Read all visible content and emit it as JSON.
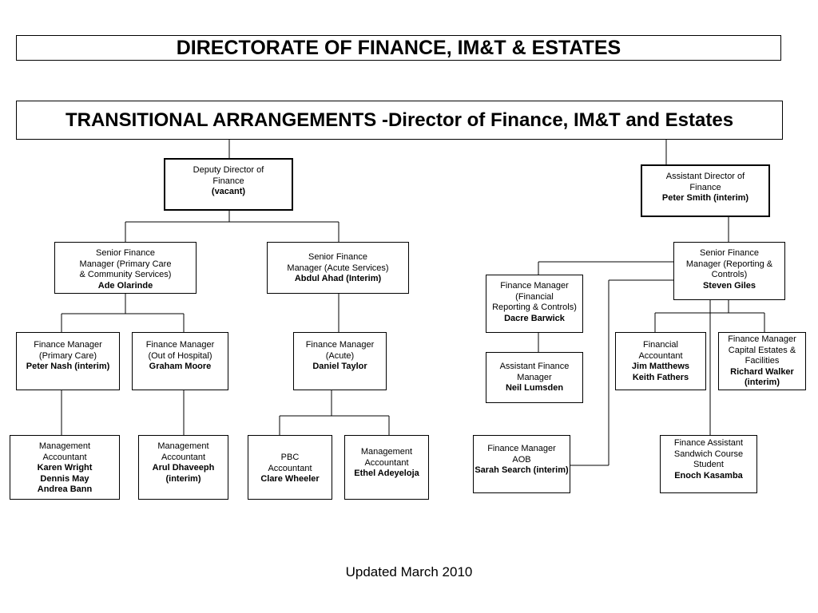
{
  "header": {
    "title": "DIRECTORATE OF FINANCE, IM&T & ESTATES",
    "subtitle_bold": "TRANSITIONAL ARRANGEMENTS - ",
    "subtitle_rest": "Director of Finance, IM&T and Estates"
  },
  "nodes": {
    "deputy_director": {
      "title": "Deputy Director of\nFinance",
      "name": "(vacant)"
    },
    "assistant_director": {
      "title": "Assistant Director of\nFinance",
      "name": "Peter Smith (interim)"
    },
    "sfm_primary_care": {
      "title": "Senior Finance\nManager (Primary Care\n& Community Services)",
      "name": "Ade Olarinde"
    },
    "sfm_acute": {
      "title": "Senior Finance\nManager (Acute Services)",
      "name": "Abdul Ahad (Interim)"
    },
    "sfm_reporting": {
      "title": "Senior Finance\nManager (Reporting &\nControls)",
      "name": "Steven Giles"
    },
    "fm_financial_reporting": {
      "title": "Finance Manager\n(Financial\nReporting & Controls)",
      "name": "Dacre Barwick"
    },
    "fm_primary_care": {
      "title": "Finance Manager\n(Primary Care)",
      "name": "Peter Nash (interim)"
    },
    "fm_out_of_hospital": {
      "title": "Finance Manager\n(Out of Hospital)",
      "name": "Graham Moore"
    },
    "fm_acute": {
      "title": "Finance Manager\n(Acute)",
      "name": "Daniel Taylor"
    },
    "assistant_fm": {
      "title": "Assistant Finance\nManager",
      "name": "Neil Lumsden"
    },
    "financial_accountant": {
      "title": "Financial\nAccountant",
      "name": "Jim Matthews\nKeith Fathers"
    },
    "fm_capital_estates": {
      "title": "Finance Manager\nCapital Estates &\nFacilities",
      "name": "Richard Walker\n(interim)"
    },
    "ma_primary": {
      "title": "Management\nAccountant",
      "name": "Karen Wright\nDennis May\nAndrea Bann"
    },
    "ma_out_of_hospital": {
      "title": "Management\nAccountant",
      "name": "Arul Dhaveeph\n(interim)"
    },
    "pbc_accountant": {
      "title": "PBC\nAccountant",
      "name": "Clare Wheeler"
    },
    "ma_acute": {
      "title": "Management\nAccountant",
      "name": "Ethel Adeyeloja"
    },
    "fm_aob": {
      "title": "Finance Manager\nAOB",
      "name": "Sarah Search (interim)"
    },
    "finance_assistant": {
      "title": "Finance Assistant\nSandwich Course\nStudent",
      "name": "Enoch Kasamba"
    }
  },
  "footer": {
    "text": "Updated March 2010"
  }
}
